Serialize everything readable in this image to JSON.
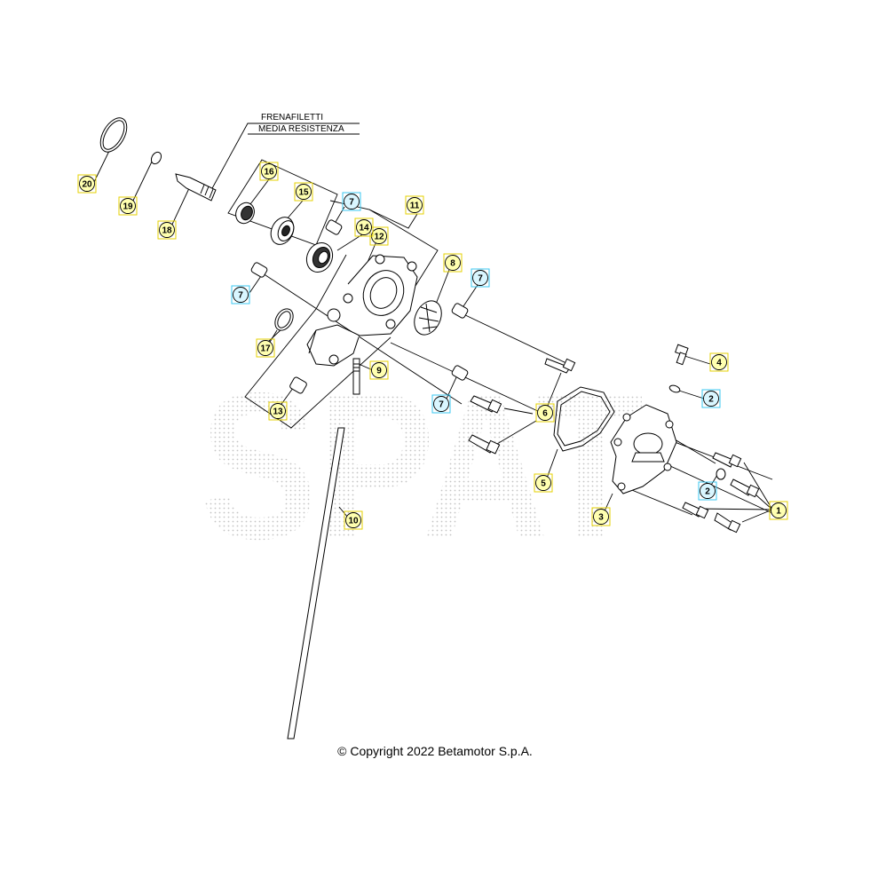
{
  "note": {
    "line1": "FRENAFILETTI",
    "line2": "MEDIA RESISTENZA"
  },
  "copyright": "© Copyright 2022 Betamotor S.p.A.",
  "watermark": "SPAT",
  "colors": {
    "callout_yellow": "#ffffb0",
    "callout_cyan": "#d9f6ff",
    "callout_border": "#000000",
    "square_yellow": "#e6d200",
    "square_cyan": "#39c7f0",
    "line": "#000000",
    "watermark_dots": "#c9c9c9"
  },
  "callouts": [
    {
      "id": "c1",
      "label": "1",
      "style": "yellow"
    },
    {
      "id": "c2a",
      "label": "2",
      "style": "cyan"
    },
    {
      "id": "c2b",
      "label": "2",
      "style": "cyan"
    },
    {
      "id": "c3",
      "label": "3",
      "style": "yellow"
    },
    {
      "id": "c4",
      "label": "4",
      "style": "yellow"
    },
    {
      "id": "c5",
      "label": "5",
      "style": "yellow"
    },
    {
      "id": "c6",
      "label": "6",
      "style": "yellow"
    },
    {
      "id": "c7a",
      "label": "7",
      "style": "cyan"
    },
    {
      "id": "c7b",
      "label": "7",
      "style": "cyan"
    },
    {
      "id": "c7c",
      "label": "7",
      "style": "cyan"
    },
    {
      "id": "c7d",
      "label": "7",
      "style": "cyan"
    },
    {
      "id": "c8",
      "label": "8",
      "style": "yellow"
    },
    {
      "id": "c9",
      "label": "9",
      "style": "yellow"
    },
    {
      "id": "c10",
      "label": "10",
      "style": "yellow"
    },
    {
      "id": "c11",
      "label": "11",
      "style": "yellow"
    },
    {
      "id": "c12",
      "label": "12",
      "style": "yellow"
    },
    {
      "id": "c13",
      "label": "13",
      "style": "yellow"
    },
    {
      "id": "c14",
      "label": "14",
      "style": "yellow"
    },
    {
      "id": "c15",
      "label": "15",
      "style": "yellow"
    },
    {
      "id": "c16",
      "label": "16",
      "style": "yellow"
    },
    {
      "id": "c17",
      "label": "17",
      "style": "yellow"
    },
    {
      "id": "c18",
      "label": "18",
      "style": "yellow"
    },
    {
      "id": "c19",
      "label": "19",
      "style": "yellow"
    },
    {
      "id": "c20",
      "label": "20",
      "style": "yellow"
    }
  ]
}
